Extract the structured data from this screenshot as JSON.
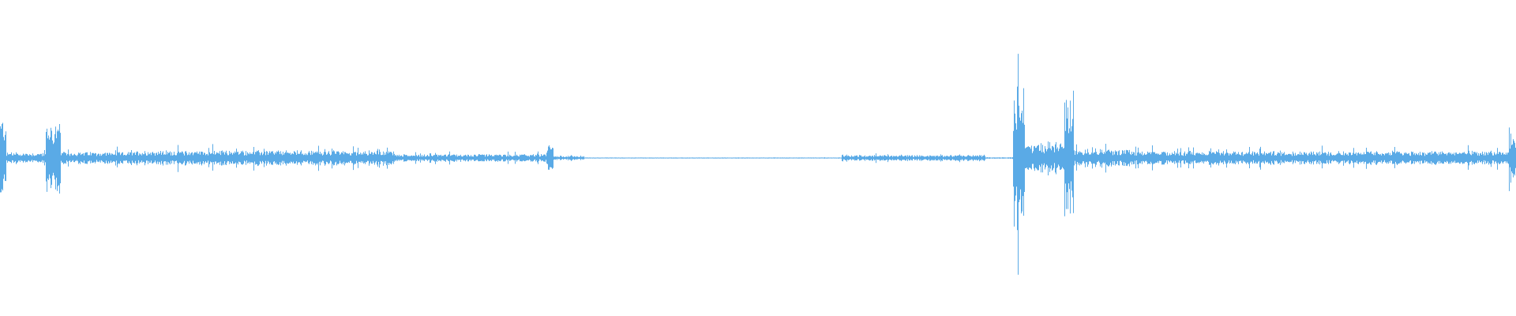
{
  "waveform": {
    "color": "#5aaae6",
    "background": "#ffffff",
    "segments": [
      {
        "from": 0.0,
        "to": 0.004,
        "level": 0.55
      },
      {
        "from": 0.004,
        "to": 0.03,
        "level": 0.07
      },
      {
        "from": 0.03,
        "to": 0.04,
        "level": 0.48
      },
      {
        "from": 0.04,
        "to": 0.09,
        "level": 0.08
      },
      {
        "from": 0.09,
        "to": 0.26,
        "level": 0.1
      },
      {
        "from": 0.26,
        "to": 0.36,
        "level": 0.05
      },
      {
        "from": 0.36,
        "to": 0.365,
        "level": 0.18
      },
      {
        "from": 0.365,
        "to": 0.385,
        "level": 0.03
      },
      {
        "from": 0.385,
        "to": 0.555,
        "level": 0.005
      },
      {
        "from": 0.555,
        "to": 0.56,
        "level": 0.05
      },
      {
        "from": 0.56,
        "to": 0.65,
        "level": 0.04
      },
      {
        "from": 0.65,
        "to": 0.668,
        "level": 0.01
      },
      {
        "from": 0.668,
        "to": 0.676,
        "level": 1.0
      },
      {
        "from": 0.676,
        "to": 0.702,
        "level": 0.2
      },
      {
        "from": 0.702,
        "to": 0.708,
        "level": 0.85
      },
      {
        "from": 0.708,
        "to": 0.745,
        "level": 0.12
      },
      {
        "from": 0.745,
        "to": 0.995,
        "level": 0.09
      },
      {
        "from": 0.995,
        "to": 1.0,
        "level": 0.3
      }
    ]
  }
}
